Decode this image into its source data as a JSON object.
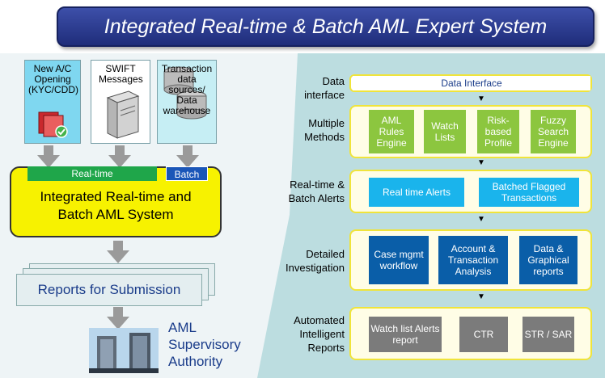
{
  "title": "Integrated Real-time & Batch AML Expert System",
  "sources": [
    {
      "label": "New A/C Opening (KYC/CDD)"
    },
    {
      "label": "SWIFT Messages"
    },
    {
      "label": "Transaction data sources/ Data warehouse"
    }
  ],
  "tags": {
    "realtime": "Real-time",
    "batch": "Batch"
  },
  "main_system": {
    "line1": "Integrated Real-time and",
    "line2": "Batch AML System"
  },
  "reports_label": "Reports for Submission",
  "authority": {
    "line1": "AML",
    "line2": "Supervisory",
    "line3": "Authority"
  },
  "rows": [
    {
      "label": "Data interface",
      "items": [
        "Data Interface"
      ]
    },
    {
      "label": "Multiple Methods",
      "items": [
        "AML Rules Engine",
        "Watch Lists",
        "Risk-based Profile",
        "Fuzzy Search Engine"
      ]
    },
    {
      "label": "Real-time & Batch Alerts",
      "items": [
        "Real time Alerts",
        "Batched Flagged Transactions"
      ]
    },
    {
      "label": "Detailed Investigation",
      "items": [
        "Case mgmt workflow",
        "Account & Transaction Analysis",
        "Data & Graphical reports"
      ]
    },
    {
      "label": "Automated Intelligent Reports",
      "items": [
        "Watch list Alerts report",
        "CTR",
        "STR / SAR"
      ]
    }
  ],
  "colors": {
    "banner": "#2a3a92",
    "main": "#f7f200",
    "green": "#8cc63f",
    "cyan": "#1ab4ec",
    "blue": "#0a5ea8",
    "gray": "#7b7b7b"
  }
}
